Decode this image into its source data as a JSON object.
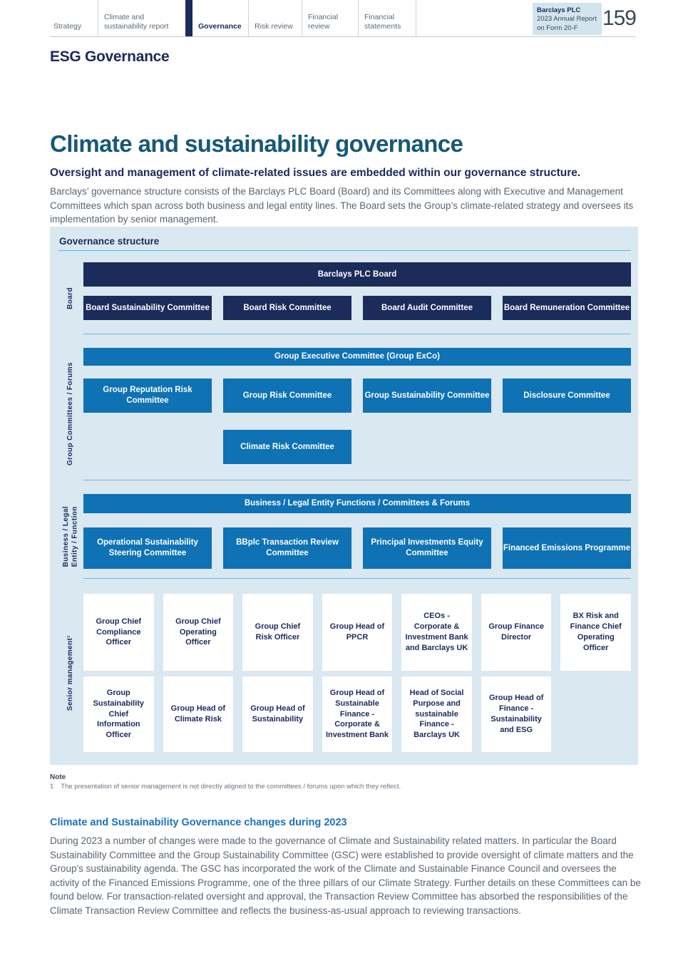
{
  "nav": {
    "tabs": [
      {
        "label": "Strategy"
      },
      {
        "label": "Climate and sustainability report"
      },
      {
        "label": "Governance"
      },
      {
        "label": "Risk review"
      },
      {
        "label": "Financial review"
      },
      {
        "label": "Financial statements"
      }
    ],
    "active_tab": "Governance",
    "report_badge": {
      "line1": "Barclays PLC",
      "line2": "2023 Annual Report",
      "line3": "on Form 20-F"
    },
    "page_number": "159"
  },
  "header": {
    "section_title": "ESG Governance"
  },
  "main": {
    "title": "Climate and sustainability governance",
    "standfirst": "Oversight and management of climate-related issues are embedded within our governance structure.",
    "intro": "Barclays’ governance structure consists of the Barclays PLC Board (Board) and its Committees along with Executive and Management Committees which span across both business and legal entity lines. The Board sets the Group’s climate-related strategy and oversees its implementation by senior management."
  },
  "diagram": {
    "title": "Governance structure",
    "colors": {
      "background": "#d9e8f1",
      "navy_box": "#1b2b5a",
      "blue_box": "#0e72b5",
      "rule": "#54b9e4"
    },
    "board": {
      "label": "Board",
      "parent": "Barclays PLC Board",
      "children": [
        "Board Sustainability Committee",
        "Board Risk Committee",
        "Board Audit Committee",
        "Board Remuneration Committee"
      ]
    },
    "group": {
      "label": "Group Committees / Forums",
      "parent": "Group Executive Committee (Group ExCo)",
      "children": [
        "Group Reputation Risk Committee",
        "Group Risk Committee",
        "Group Sustainability Committee",
        "Disclosure Committee"
      ],
      "sub_committee": "Climate Risk Committee"
    },
    "business": {
      "label": "Business / Legal\nEntity / Function",
      "parent": "Business / Legal Entity Functions / Committees & Forums",
      "children": [
        "Operational Sustainability Steering Committee",
        "BBplc Transaction Review Committee",
        "Principal Investments Equity Committee",
        "Financed Emissions Programme"
      ]
    },
    "senior": {
      "label": "Senior management¹",
      "row1": [
        "Group Chief Compliance Officer",
        "Group Chief Operating Officer",
        "Group Chief Risk Officer",
        "Group Head of PPCR",
        "CEOs - Corporate & Investment Bank and Barclays UK",
        "Group Finance Director",
        "BX Risk and Finance Chief Operating Officer"
      ],
      "row2": [
        "Group Sustainability Chief Information Officer",
        "Group Head of Climate Risk",
        "Group Head of Sustainability",
        "Group Head of Sustainable Finance - Corporate & Investment Bank",
        "Head of Social Purpose and sustainable Finance - Barclays UK",
        "Group Head of Finance - Sustainability and ESG"
      ]
    }
  },
  "note": {
    "label": "Note",
    "number": "1",
    "text": "The presentation of senior management is not directly aligned to the committees / forums upon which they reflect."
  },
  "changes": {
    "heading": "Climate and Sustainability Governance changes during 2023",
    "body": "During 2023 a number of changes were made to the governance of Climate and Sustainability related matters. In particular the Board Sustainability Committee and the Group Sustainability Committee (GSC) were established to provide oversight of climate matters and the Group's sustainability agenda. The GSC has incorporated the work of the Climate and Sustainable Finance Council and oversees the activity of the Financed Emissions Programme, one of the three pillars of our Climate Strategy. Further details on these Committees can be found below. For transaction-related oversight and approval, the Transaction Review Committee has absorbed the responsibilities of the Climate Transaction Review Committee and reflects the business-as-usual approach to reviewing transactions."
  }
}
